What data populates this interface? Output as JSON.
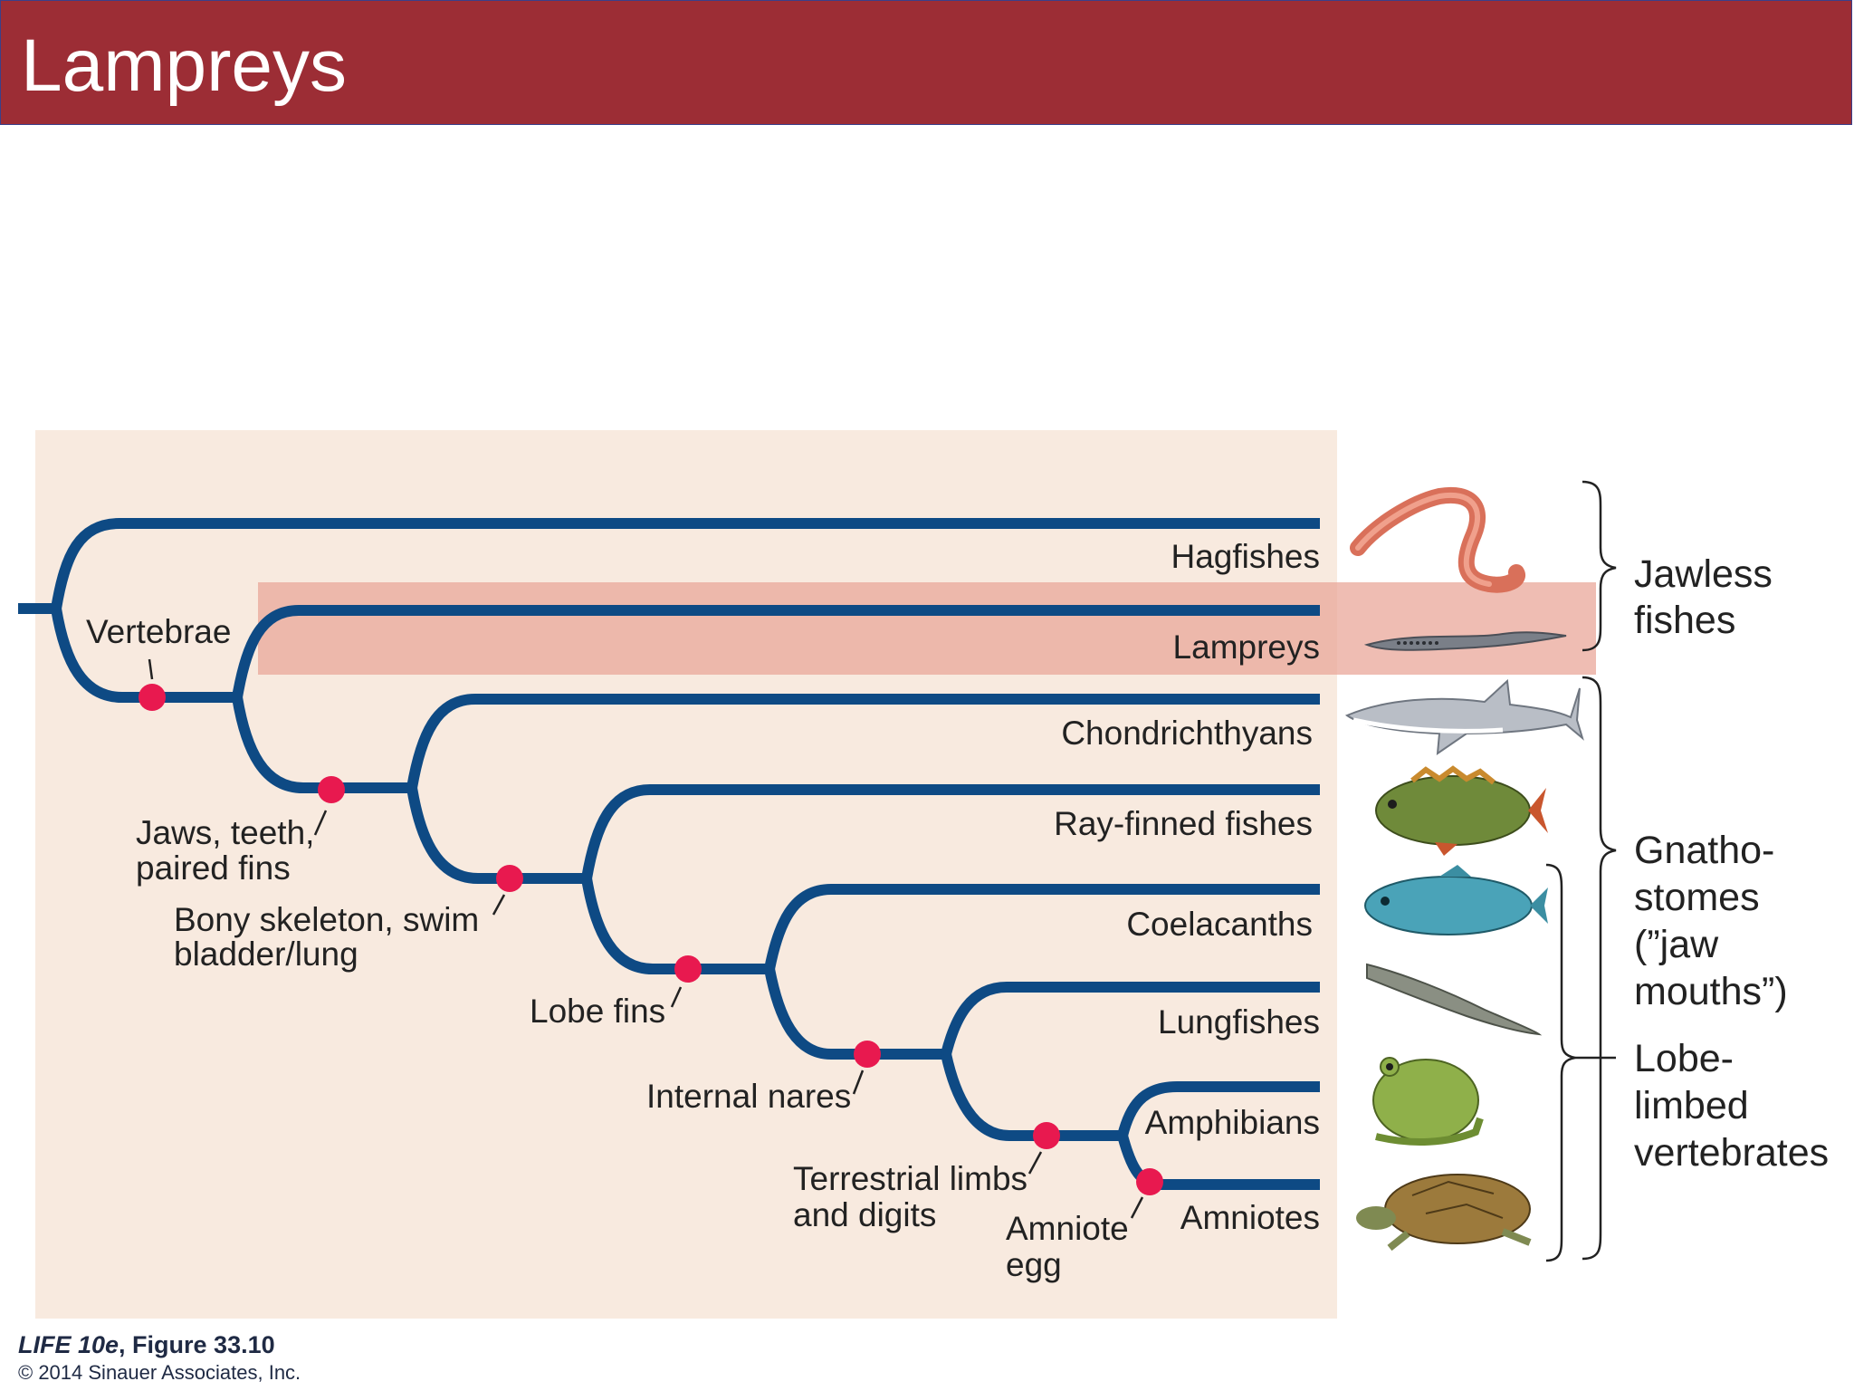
{
  "slide": {
    "title": "Lampreys"
  },
  "colors": {
    "title_bar": "#9c2d35",
    "diagram_background": "#f8eadf",
    "highlight_band": "#e9a799",
    "branch": "#0e4a84",
    "trait_marker": "#e8194f"
  },
  "taxa": [
    "Hagfishes",
    "Lampreys",
    "Chondrichthyans",
    "Ray-finned fishes",
    "Coelacanths",
    "Lungfishes",
    "Amphibians",
    "Amniotes"
  ],
  "traits": {
    "vertebrae": "Vertebrae",
    "jaws_1": "Jaws, teeth,",
    "jaws_2": "paired fins",
    "bony_1": "Bony skeleton, swim",
    "bony_2": "bladder/lung",
    "lobe_fins": "Lobe fins",
    "internal_nares": "Internal nares",
    "limbs_1": "Terrestrial limbs",
    "limbs_2": "and digits",
    "amniote_1": "Amniote",
    "amniote_2": "egg"
  },
  "groups": {
    "jawless_1": "Jawless",
    "jawless_2": "fishes",
    "gnatho_1": "Gnatho-",
    "gnatho_2": "stomes",
    "gnatho_3": "(”jaw",
    "gnatho_4": "mouths”)",
    "lobe_1": "Lobe-",
    "lobe_2": "limbed",
    "lobe_3": "vertebrates"
  },
  "icons": [
    "hagfish-icon",
    "lamprey-icon",
    "shark-icon",
    "perch-icon",
    "coelacanth-icon",
    "lungfish-icon",
    "frog-icon",
    "turtle-icon"
  ],
  "credit": {
    "book": "LIFE 10e",
    "figure": ", Figure 33.10",
    "copyright": "© 2014 Sinauer Associates, Inc."
  }
}
